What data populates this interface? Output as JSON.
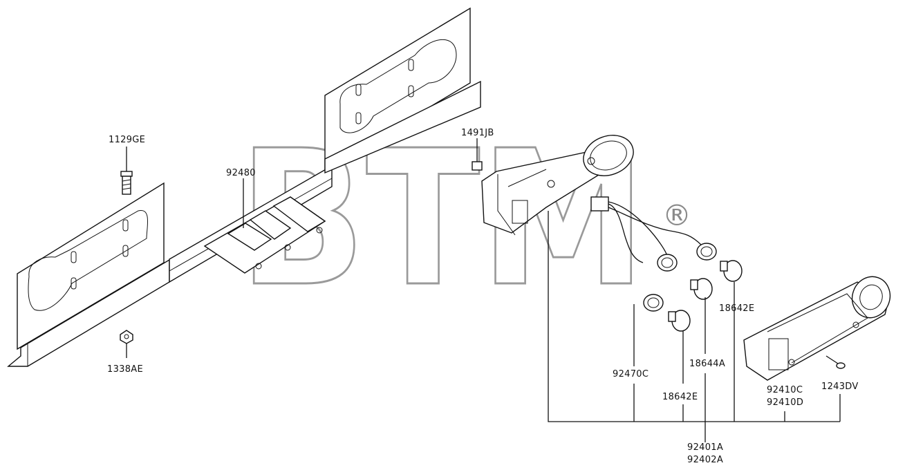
{
  "watermark": {
    "text": "BTM",
    "registered": "®"
  },
  "labels": {
    "l_1129GE": "1129GE",
    "l_1338AE": "1338AE",
    "l_92480": "92480",
    "l_1491JB": "1491JB",
    "l_18642E_top": "18642E",
    "l_18644A": "18644A",
    "l_92470C": "92470C",
    "l_18642E_bottom": "18642E",
    "l_92410C": "92410C",
    "l_92410D": "92410D",
    "l_1243DV": "1243DV",
    "l_92401A": "92401A",
    "l_92402A": "92402A"
  }
}
